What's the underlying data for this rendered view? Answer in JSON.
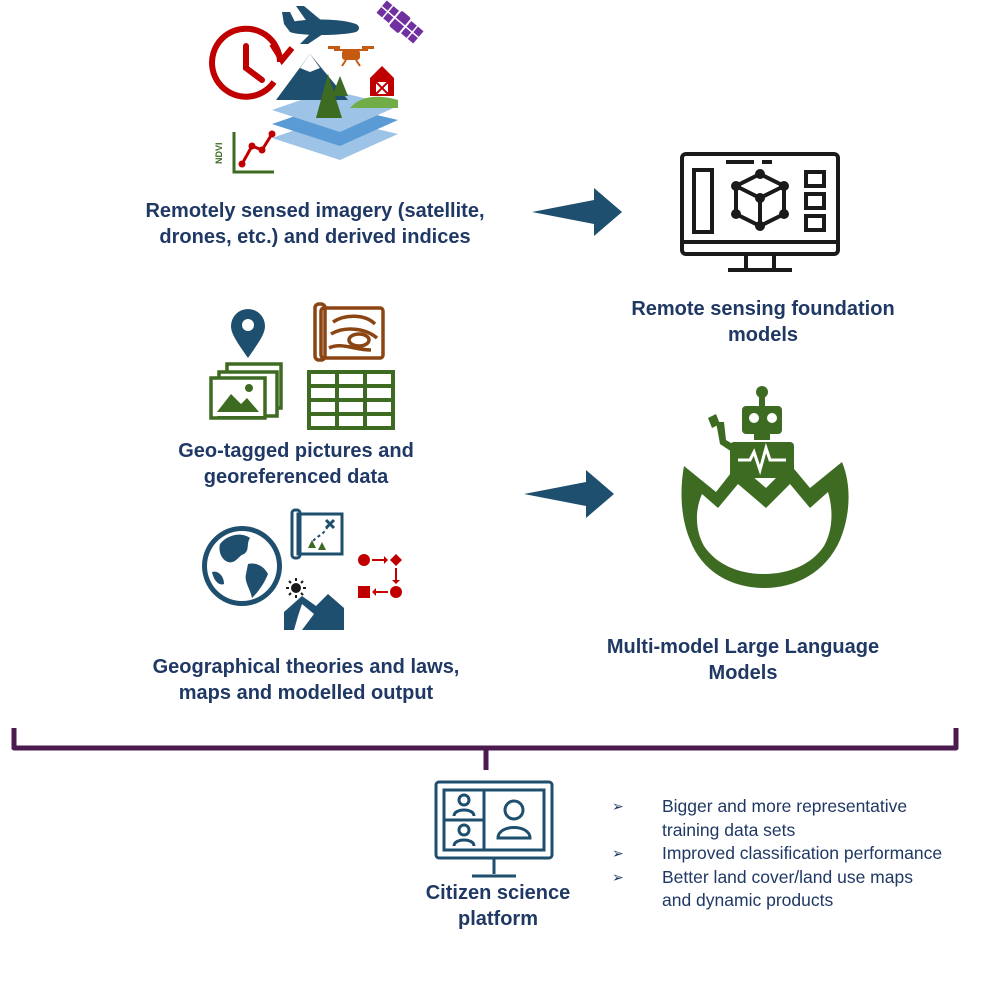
{
  "colors": {
    "navy": "#1f3864",
    "teal": "#1e4f6e",
    "green": "#3d6b21",
    "red": "#c00000",
    "purple": "#7030a0",
    "brown": "#8b4513",
    "bracket": "#4b1b4f",
    "lightblue": "#9dc3e6"
  },
  "nodes": {
    "remote_imagery": {
      "line1": "Remotely sensed imagery (satellite,",
      "line2": "drones, etc.) and derived indices",
      "ndvi": "NDVI"
    },
    "foundation": {
      "line1": "Remote sensing foundation",
      "line2": "models"
    },
    "geotagged": {
      "line1": "Geo-tagged pictures and",
      "line2": "georeferenced data"
    },
    "geography": {
      "line1": "Geographical theories and laws,",
      "line2": "maps and modelled output"
    },
    "llm": {
      "line1": "Multi-model Large Language",
      "line2": "Models"
    },
    "citizen": {
      "line1": "Citizen science",
      "line2": "platform"
    }
  },
  "outcomes": {
    "bullet_glyph": "➢",
    "items": [
      "Bigger and more representative\ntraining data sets",
      "Improved classification performance",
      "Better land cover/land use maps\nand dynamic products"
    ]
  },
  "icons": [
    "clock-icon",
    "airplane-icon",
    "satellite-icon",
    "drone-icon",
    "mountain-layers-icon",
    "barn-icon",
    "ndvi-chart-icon",
    "computer-network-icon",
    "location-pin-icon",
    "photo-gallery-icon",
    "scroll-map-icon",
    "table-grid-icon",
    "globe-icon",
    "treasure-map-icon",
    "sun-icon",
    "mountain-icon",
    "flow-diagram-icon",
    "robot-egg-icon",
    "video-call-icon"
  ]
}
